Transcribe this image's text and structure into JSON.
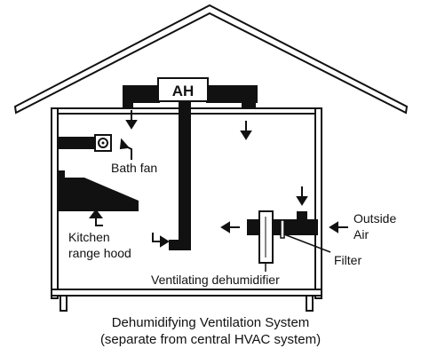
{
  "diagram": {
    "air_handler_label": "AH",
    "labels": {
      "bath_fan": "Bath fan",
      "kitchen_line1": "Kitchen",
      "kitchen_line2": "range hood",
      "outside_line1": "Outside",
      "outside_line2": "Air",
      "filter": "Filter",
      "dehumidifier": "Ventilating dehumidifier"
    },
    "caption_line1": "Dehumidifying Ventilation System",
    "caption_line2": "(separate from central HVAC system)"
  }
}
